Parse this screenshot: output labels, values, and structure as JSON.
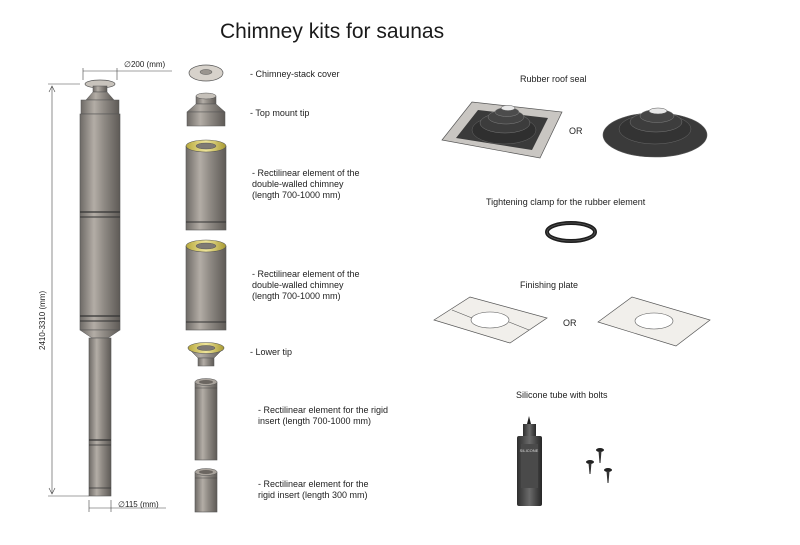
{
  "title": "Chimney kits for saunas",
  "dimensions": {
    "top_diameter": "∅200 (mm)",
    "bottom_diameter": "∅115 (mm)",
    "height": "2410-3310 (mm)"
  },
  "components": [
    {
      "label": "- Chimney-stack cover"
    },
    {
      "label": "- Top mount tip"
    },
    {
      "label_lines": [
        "- Rectilinear element of the",
        "double-walled chimney",
        "(length 700-1000 mm)"
      ]
    },
    {
      "label_lines": [
        "- Rectilinear element of the",
        "double-walled chimney",
        "(length 700-1000 mm)"
      ]
    },
    {
      "label": "- Lower tip"
    },
    {
      "label_lines": [
        "- Rectilinear element for the rigid",
        "insert (length 700-1000 mm)"
      ]
    },
    {
      "label_lines": [
        "- Rectilinear element for the",
        "rigid insert (length 300 mm)"
      ]
    }
  ],
  "accessories": {
    "rubber_seal": "Rubber roof seal",
    "or": "OR",
    "clamp": "Tightening clamp for the rubber element",
    "finishing_plate": "Finishing plate",
    "silicone": "Silicone tube with bolts"
  }
}
